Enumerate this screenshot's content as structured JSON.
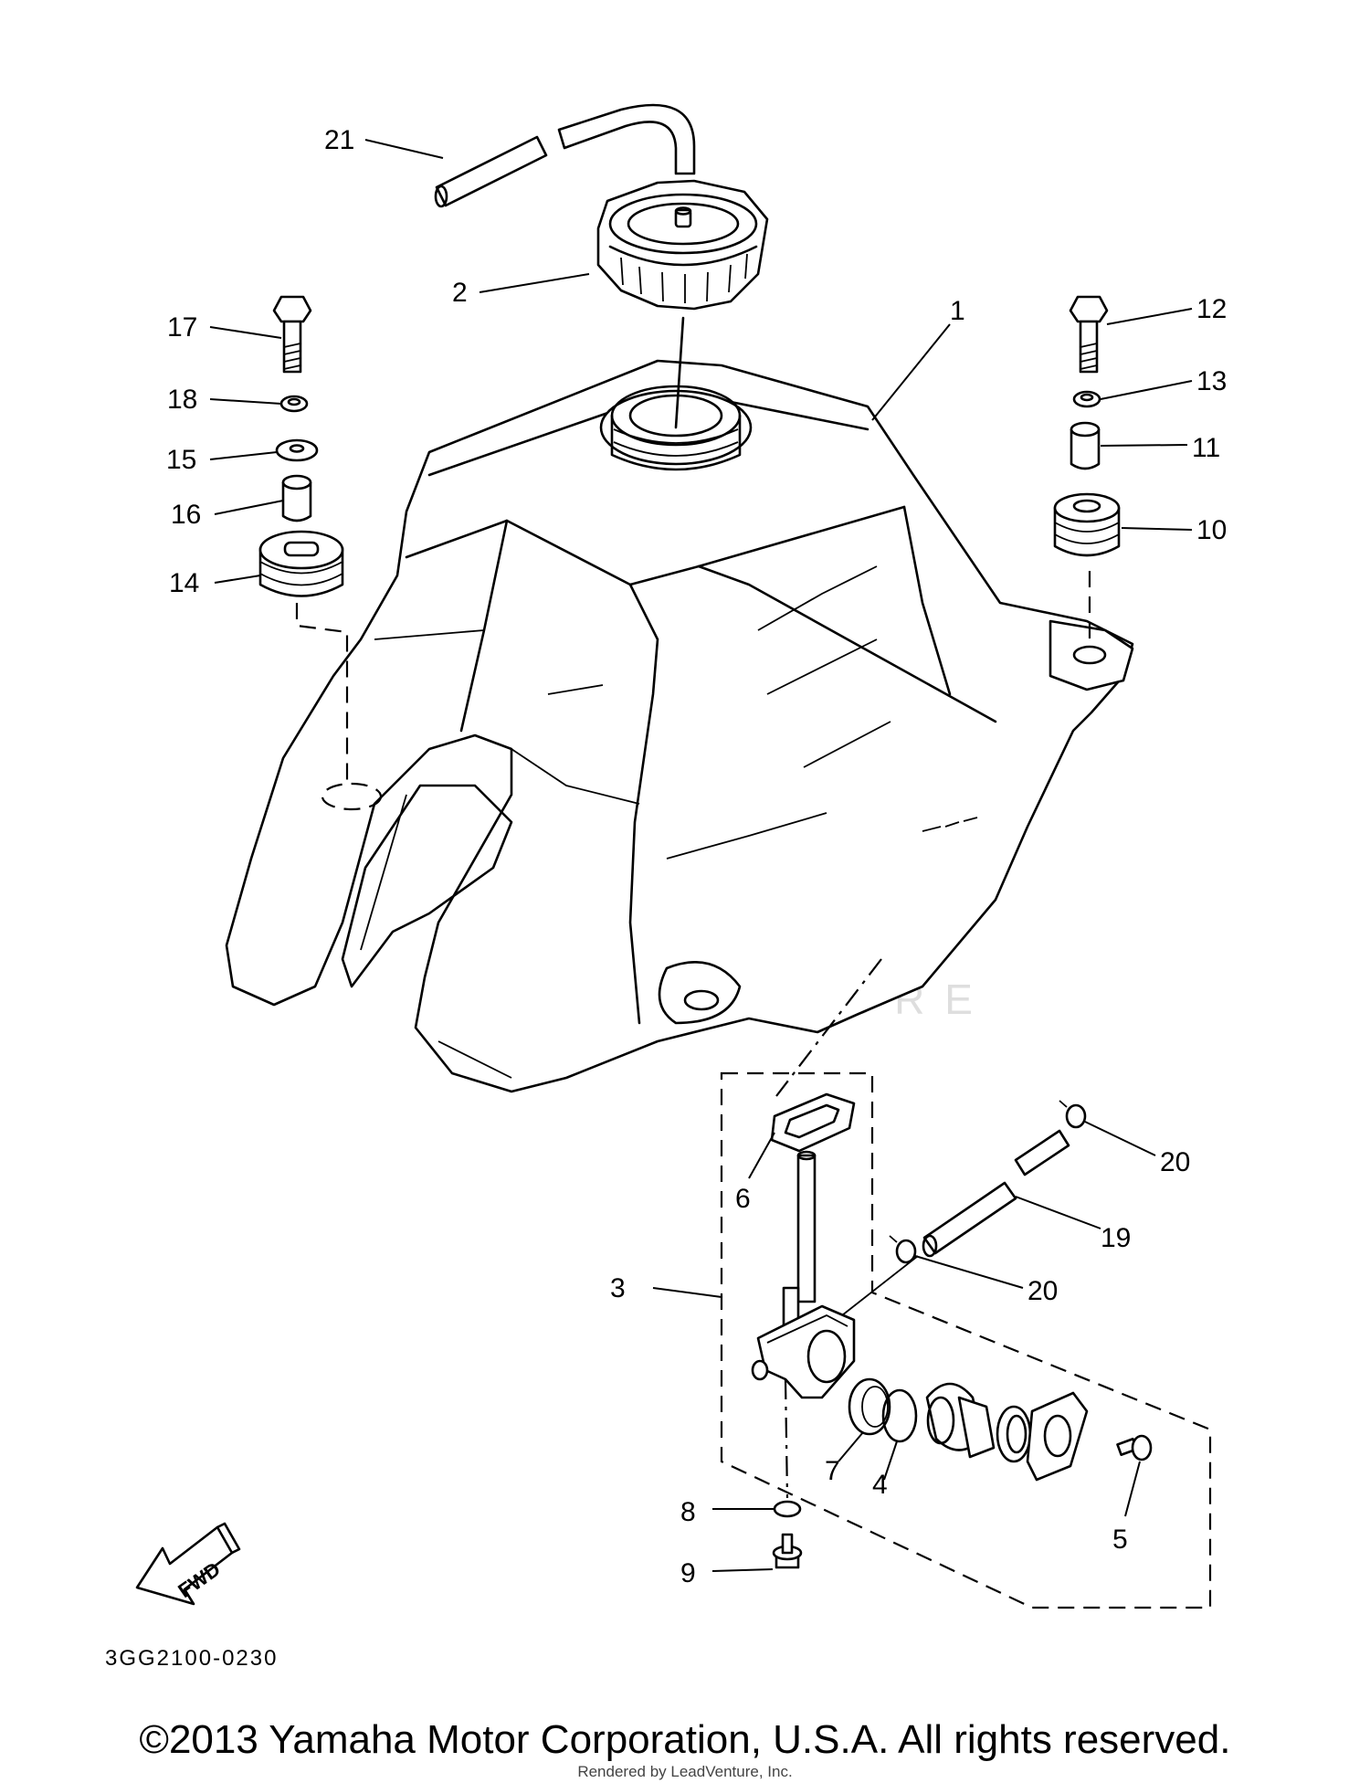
{
  "callouts": [
    {
      "id": "1",
      "label": "1"
    },
    {
      "id": "2",
      "label": "2"
    },
    {
      "id": "3",
      "label": "3"
    },
    {
      "id": "4",
      "label": "4"
    },
    {
      "id": "5",
      "label": "5"
    },
    {
      "id": "6",
      "label": "6"
    },
    {
      "id": "7",
      "label": "7"
    },
    {
      "id": "8",
      "label": "8"
    },
    {
      "id": "9",
      "label": "9"
    },
    {
      "id": "10",
      "label": "10"
    },
    {
      "id": "11",
      "label": "11"
    },
    {
      "id": "12",
      "label": "12"
    },
    {
      "id": "13",
      "label": "13"
    },
    {
      "id": "14",
      "label": "14"
    },
    {
      "id": "15",
      "label": "15"
    },
    {
      "id": "16",
      "label": "16"
    },
    {
      "id": "17",
      "label": "17"
    },
    {
      "id": "18",
      "label": "18"
    },
    {
      "id": "19",
      "label": "19"
    },
    {
      "id": "20a",
      "label": "20"
    },
    {
      "id": "20b",
      "label": "20"
    },
    {
      "id": "21",
      "label": "21"
    }
  ],
  "fwd_label": "FWD",
  "part_code": "3GG2100-0230",
  "watermark": "LEADVENTURE",
  "copyright": "©2013 Yamaha Motor Corporation, U.S.A. All rights reserved.",
  "rendered_by": "Rendered by LeadVenture, Inc."
}
